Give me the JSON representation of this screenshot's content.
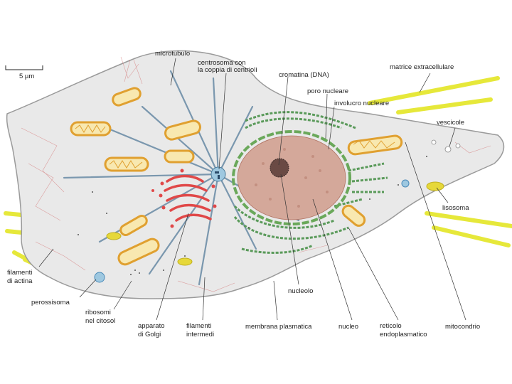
{
  "scale_bar": {
    "label": "5 µm"
  },
  "labels": {
    "microtubule": "microtubulo",
    "centrosome_1": "centrosoma con",
    "centrosome_2": "la coppia di centrioli",
    "chromatin": "cromatina (DNA)",
    "nuclear_pore": "poro nucleare",
    "nuclear_envelope": "involucro nucleare",
    "ecm": "matrice extracellulare",
    "vesicles": "vescicole",
    "lysosome": "lisosoma",
    "actin_1": "filamenti",
    "actin_2": "di actina",
    "peroxisome": "perossisoma",
    "ribosomes_1": "ribosomi",
    "ribosomes_2": "nel citosol",
    "golgi_1": "apparato",
    "golgi_2": "di Golgi",
    "intermediate_1": "filamenti",
    "intermediate_2": "intermedi",
    "membrane": "membrana plasmatica",
    "nucleolus": "nucleolo",
    "nucleus": "nucleo",
    "er_1": "reticolo",
    "er_2": "endoplasmatico",
    "mitochondrion": "mitocondrio"
  },
  "colors": {
    "cytoplasm": "#e9e9e9",
    "membrane": "#9a9a9a",
    "nucleus": "#d4a89a",
    "nucleus_envelope": "#6aa85a",
    "er": "#5a9a5a",
    "microtubule": "#6f8fa8",
    "mitochondrion_outer": "#e0a030",
    "mitochondrion_inner": "#f8e8b0",
    "golgi": "#e04848",
    "ecm_fibers": "#e6e83a",
    "lysosome": "#e6d83a",
    "peroxisome": "#4a8ab8",
    "actin": "#d06060"
  }
}
